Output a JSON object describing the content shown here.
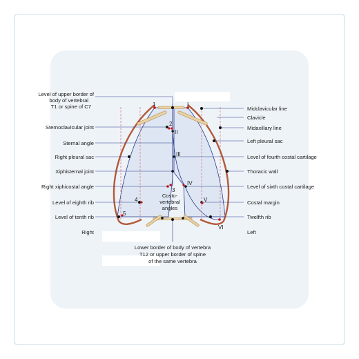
{
  "labels_left": {
    "upper_border_l1": "Level of upper border of",
    "upper_border_l2": "body of vertebral",
    "upper_border_l3": "T1 or spine of C7",
    "sternoclavicular": "Sternoclavicular joint",
    "sternal_angle": "Sternal angle",
    "right_pleural_sac": "Right pleural sac",
    "xiphisternal": "Xiphisternal joint",
    "right_xiphicostal": "Right xiphicostal angle",
    "eighth_rib": "Level of eighth rib",
    "tenth_rib": "Level of tenth rib",
    "right": "Right"
  },
  "labels_right": {
    "midclavicular": "Midclavicular line",
    "clavicle": "Clavicle",
    "midaxillary": "Midaxillary line",
    "left_pleural_sac": "Left pleural sac",
    "fourth_costal": "Level of fourth costal cartilage",
    "thoracic_wall": "Thoracic wall",
    "sixth_costal": "Level of sixth costal cartilage",
    "costal_margin": "Costal margin",
    "twelfth_rib": "Twelfth rib",
    "left": "Left"
  },
  "labels_center": {
    "costo_l1": "Costo-",
    "costo_l2": "vertebral",
    "costo_l3": "angles",
    "lower_l1": "Lower border of body of vertebra",
    "lower_l2": "T12 or upper border of spine",
    "lower_l3": "of the same vertebra"
  },
  "numerals_arabic": {
    "n1": "1",
    "n2": "2",
    "n3": "3",
    "n4": "4",
    "n5": "5"
  },
  "numerals_roman": {
    "r1": "I",
    "r2": "II",
    "r3": "III",
    "r4": "IV",
    "r5": "V",
    "r6": "VI"
  },
  "colors": {
    "frame_border": "#c9dbe7",
    "panel": "#eef3f8",
    "thoracic_wall": "#b35a3a",
    "pleura_line": "#2b3a8c",
    "pleura_fill": "#dde6f2",
    "dashed_line": "#e07a85",
    "rib_fill": "#e8d2a6",
    "point_red": "#c0141b",
    "point_black": "#111111"
  }
}
